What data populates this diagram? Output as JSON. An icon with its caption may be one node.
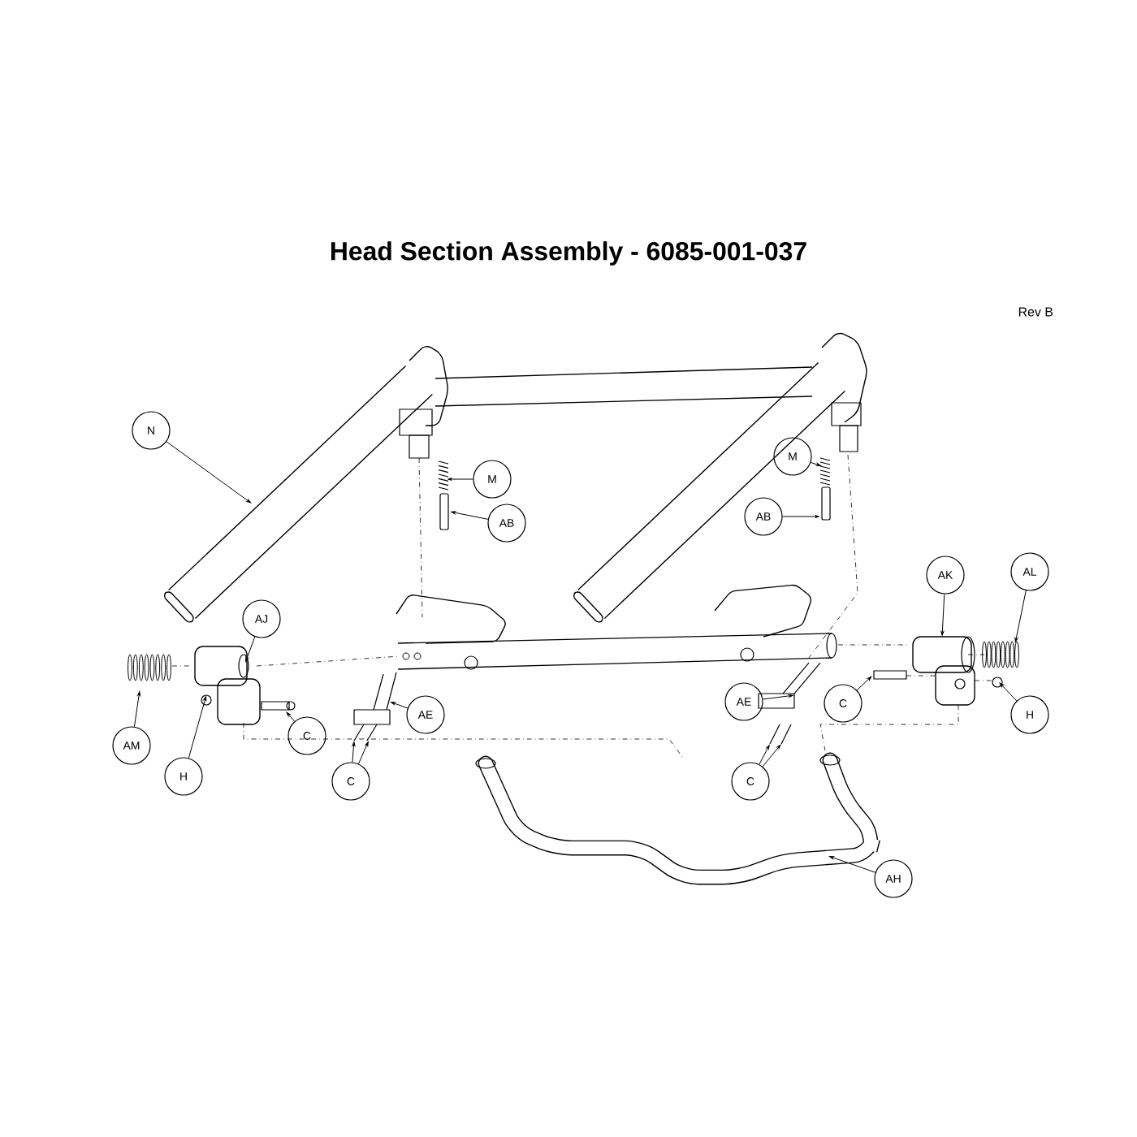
{
  "diagram": {
    "title": "Head Section Assembly - 6085-001-037",
    "nodes": [
      {
        "text": [
          "N"
        ]
      },
      {
        "text": [
          "M"
        ]
      },
      {
        "text": [
          "M"
        ]
      },
      {
        "text": [
          "AB"
        ]
      },
      {
        "text": [
          "AB"
        ]
      },
      {
        "text": [
          "AK"
        ]
      },
      {
        "text": [
          "AL"
        ]
      },
      {
        "text": [
          "AJ"
        ]
      },
      {
        "text": [
          "AE"
        ]
      },
      {
        "text": [
          "C"
        ]
      },
      {
        "text": [
          "H"
        ]
      },
      {
        "text": [
          "AE"
        ]
      },
      {
        "text": [
          "C"
        ]
      },
      {
        "text": [
          "AM"
        ]
      },
      {
        "text": [
          "H"
        ]
      },
      {
        "text": [
          "C"
        ]
      },
      {
        "text": [
          "C"
        ]
      },
      {
        "text": [
          "AH"
        ]
      }
    ],
    "edges": [
      {
        "from": 0,
        "to": null,
        "arrow": "to"
      },
      {
        "from": 1,
        "to": null,
        "arrow": "to"
      },
      {
        "from": 2,
        "to": null,
        "arrow": "to"
      },
      {
        "from": 3,
        "to": null,
        "arrow": "to"
      },
      {
        "from": 4,
        "to": null,
        "arrow": "to"
      },
      {
        "from": 5,
        "to": null,
        "arrow": "to"
      },
      {
        "from": 6,
        "to": null,
        "arrow": "to"
      },
      {
        "from": 7,
        "to": null,
        "arrow": "to"
      },
      {
        "from": 8,
        "to": null,
        "arrow": "to"
      },
      {
        "from": 9,
        "to": null,
        "arrow": "to"
      },
      {
        "from": 10,
        "to": null,
        "arrow": "to"
      },
      {
        "from": 11,
        "to": null,
        "arrow": "to"
      },
      {
        "from": 12,
        "to": null,
        "arrow": "to"
      },
      {
        "from": 13,
        "to": null,
        "arrow": "to"
      },
      {
        "from": 14,
        "to": null,
        "arrow": "to"
      },
      {
        "from": 15,
        "to": null,
        "arrow": "to"
      },
      {
        "from": 15,
        "to": null,
        "arrow": "to"
      },
      {
        "from": 16,
        "to": null,
        "arrow": "to"
      },
      {
        "from": 16,
        "to": null,
        "arrow": "to"
      },
      {
        "from": 17,
        "to": null,
        "arrow": "to"
      }
    ],
    "labels": [
      "Rev B"
    ]
  }
}
